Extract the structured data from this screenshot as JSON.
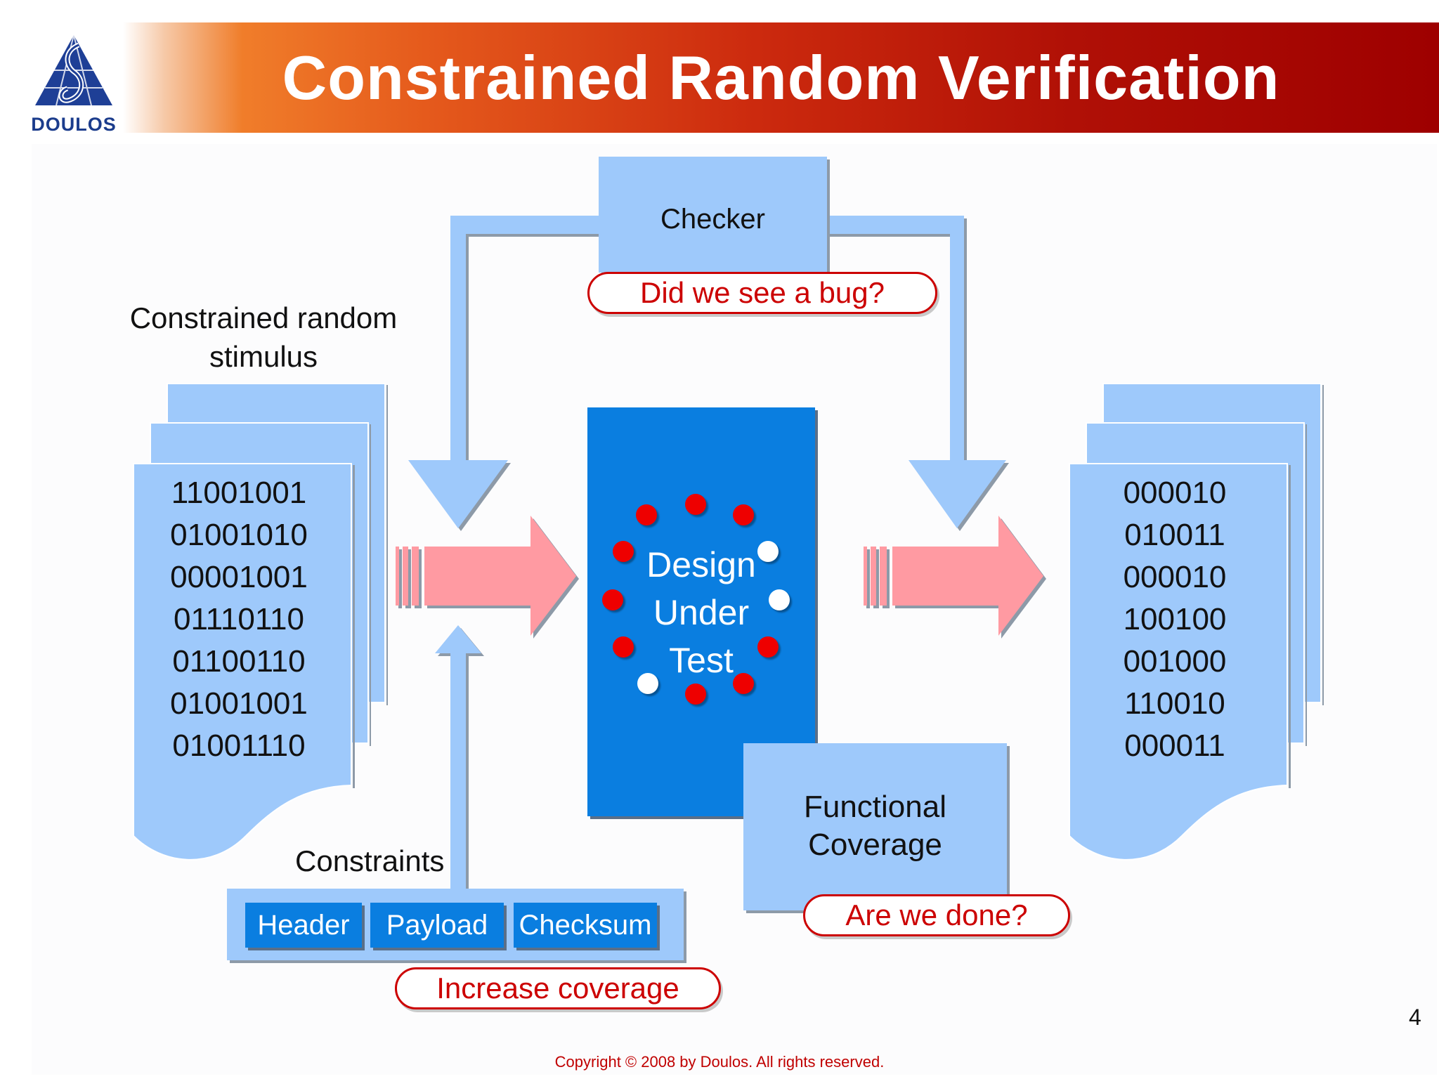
{
  "slide": {
    "title": "Constrained Random Verification",
    "logo_text": "DOULOS",
    "page_number": "4",
    "copyright": "Copyright © 2008 by Doulos. All rights reserved."
  },
  "stimulus": {
    "label_line1": "Constrained random",
    "label_line2": "stimulus",
    "lines": [
      "11001001",
      "01001010",
      "00001001",
      "01110110",
      "01100110",
      "01001001",
      "01001110"
    ]
  },
  "output": {
    "lines": [
      "000010",
      "010011",
      "000010",
      "100100",
      "001000",
      "110010",
      "000011"
    ]
  },
  "checker": {
    "label": "Checker",
    "callout": "Did we see a bug?"
  },
  "dut": {
    "line1": "Design",
    "line2": "Under",
    "line3": "Test"
  },
  "coverage": {
    "line1": "Functional",
    "line2": "Coverage",
    "callout": "Are we done?"
  },
  "constraints": {
    "label": "Constraints",
    "items": [
      "Header",
      "Payload",
      "Checksum"
    ],
    "callout": "Increase coverage"
  },
  "colors": {
    "light_blue": "#9ec9fb",
    "dark_blue": "#0a7ee0",
    "pink_arrow": "#ff9aa2",
    "callout_red": "#cc0000",
    "title_dark_red": "#9e0000",
    "title_orange": "#f07d2a"
  }
}
